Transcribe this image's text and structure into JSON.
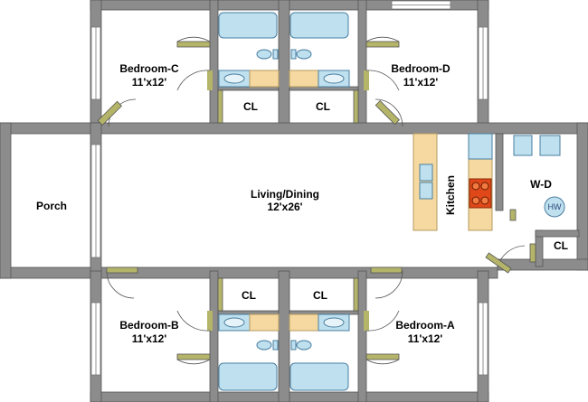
{
  "rooms": {
    "bedroom_c": {
      "name": "Bedroom-C",
      "dim": "11'x12'"
    },
    "bedroom_d": {
      "name": "Bedroom-D",
      "dim": "11'x12'"
    },
    "bedroom_b": {
      "name": "Bedroom-B",
      "dim": "11'x12'"
    },
    "bedroom_a": {
      "name": "Bedroom-A",
      "dim": "11'x12'"
    },
    "living": {
      "name": "Living/Dining",
      "dim": "12'x26'"
    },
    "porch": {
      "name": "Porch"
    },
    "kitchen": {
      "name": "Kitchen"
    },
    "wd": {
      "name": "W-D"
    },
    "closet": "CL",
    "hw": "HW"
  },
  "colors": {
    "wall": "#8c8c8c",
    "wall_edge": "#555555",
    "door": "#b5b56a",
    "counter": "#f5d9a0",
    "fixture": "#bfe0ef",
    "fixture_edge": "#4a7fa0",
    "stove": "#e0481a"
  }
}
